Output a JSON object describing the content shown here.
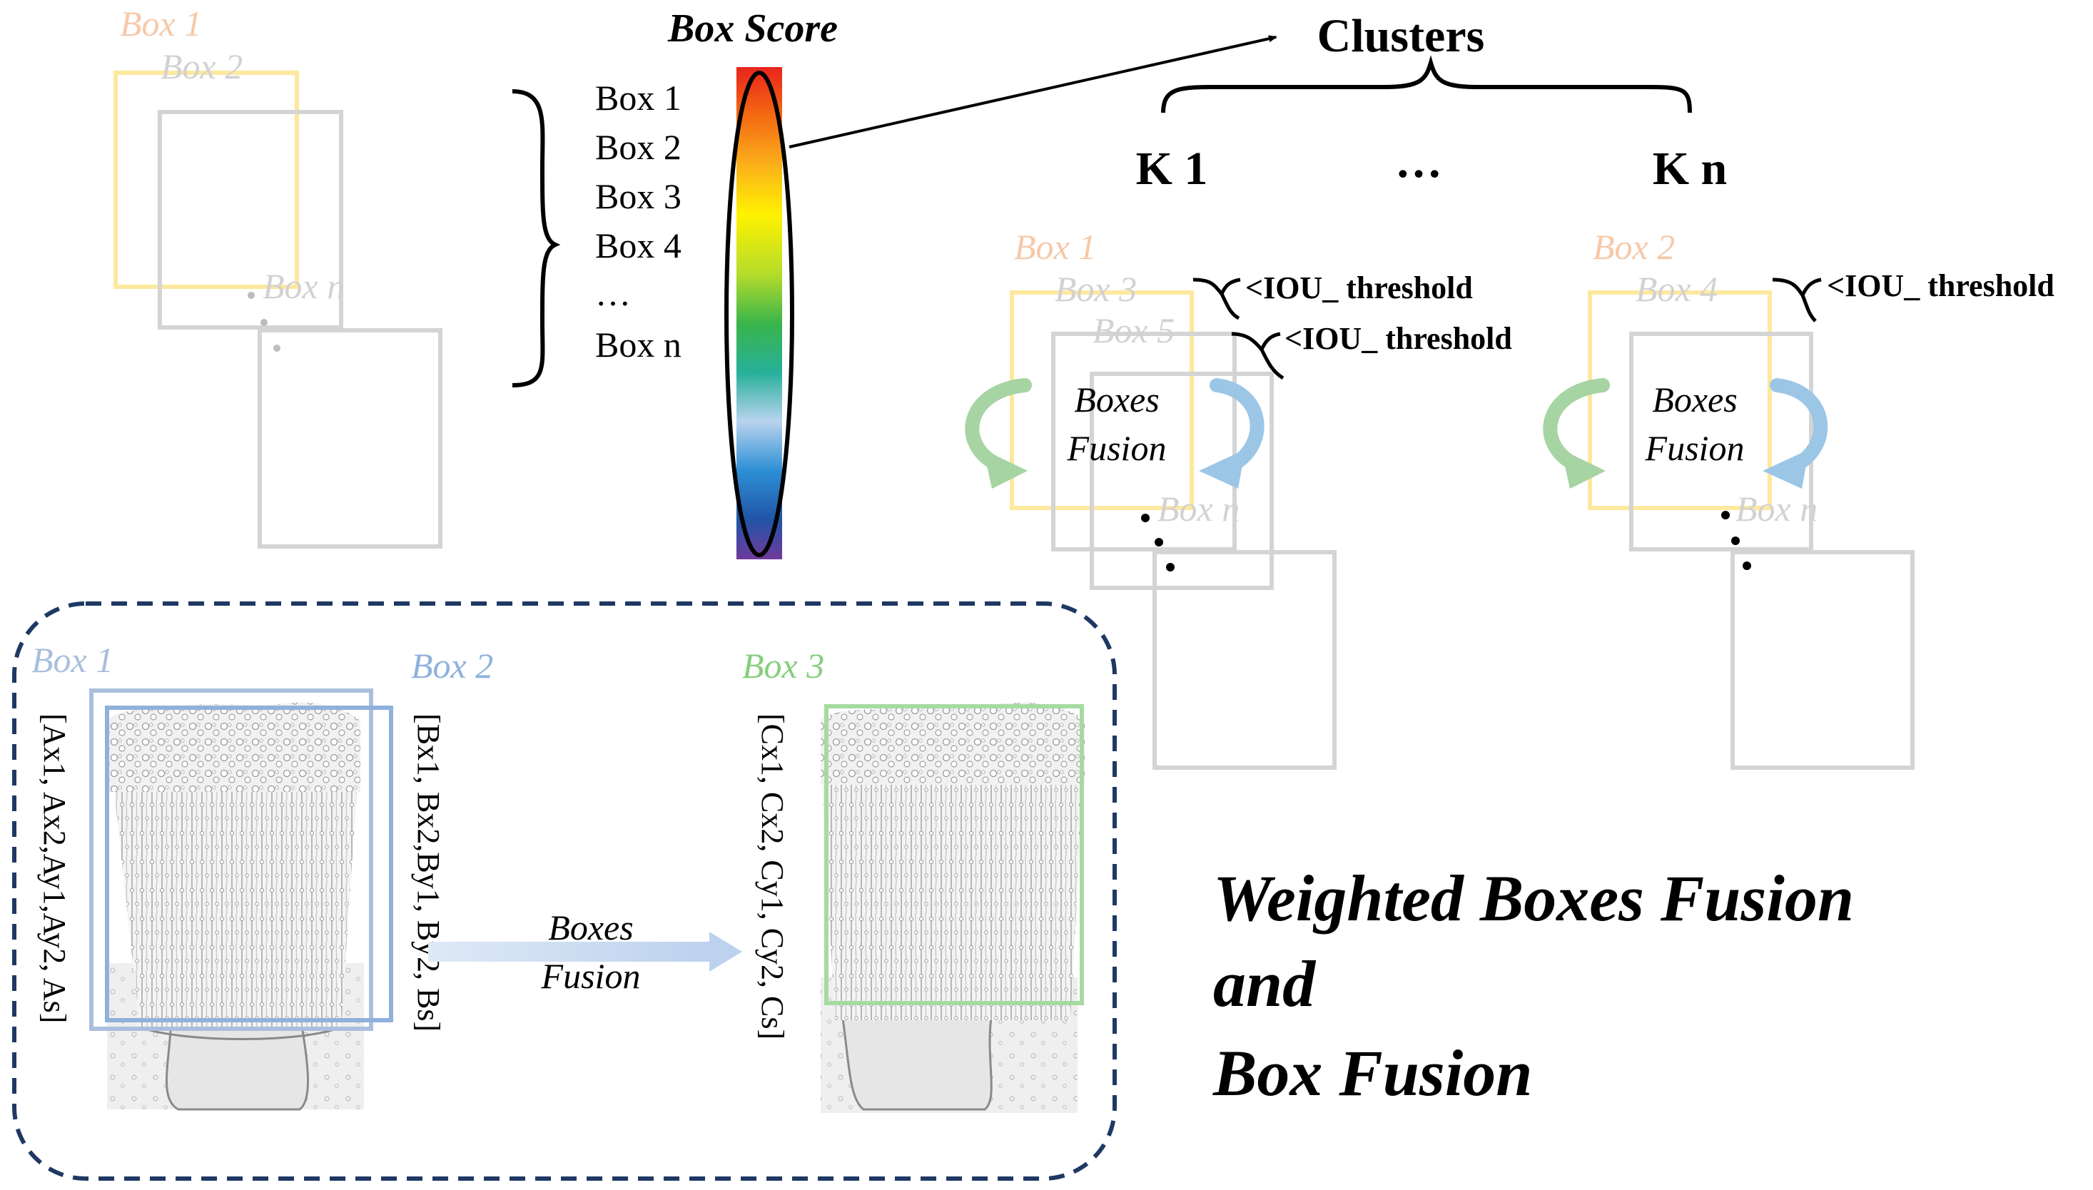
{
  "score_panel": {
    "title": "Box Score",
    "list": [
      "Box 1",
      "Box 2",
      "Box 3",
      "Box 4",
      "…",
      "Box n"
    ],
    "gradient_colors": [
      "#e8241c",
      "#f46a12",
      "#fbb11b",
      "#fff200",
      "#b6dc2a",
      "#3ab54a",
      "#27b09a",
      "#b9d3ee",
      "#2d8fd5",
      "#2154a6",
      "#6f3a9c"
    ]
  },
  "initial_boxes": {
    "labels": [
      "Box 1",
      "Box 2",
      "Box n"
    ],
    "colors": {
      "box1_label": "#f6c9a8",
      "box_yellow": "#fde89e",
      "box_gray": "#d4d4d4",
      "faint_label": "#d2d2d2"
    }
  },
  "clusters": {
    "title": "Clusters",
    "k1": "K 1",
    "ellipsis": "…",
    "kn": "K n",
    "left_group": {
      "labels": [
        "Box 1",
        "Box 3",
        "Box 5",
        "Box n"
      ],
      "thresholds": [
        "<IOU_ threshold",
        "<IOU_ threshold"
      ],
      "fusion_line1": "Boxes",
      "fusion_line2": "Fusion"
    },
    "right_group": {
      "labels": [
        "Box 2",
        "Box 4",
        "Box n"
      ],
      "thresholds": [
        "<IOU_ threshold"
      ],
      "fusion_line1": "Boxes",
      "fusion_line2": "Fusion"
    },
    "arrow_colors": {
      "green": "#a6d4a3",
      "blue": "#9cc6e6"
    }
  },
  "example": {
    "box1": "Box 1",
    "box2": "Box 2",
    "box3": "Box 3",
    "coords_a": "[Ax1, Ax2,Ay1,Ay2, As]",
    "coords_b": "[Bx1, Bx2,By1, By2, Bs]",
    "coords_c": "[Cx1, Cx2, Cy1, Cy2, Cs]",
    "fusion_line1": "Boxes",
    "fusion_line2": "Fusion",
    "colors": {
      "box1": "#a9bfdc",
      "box2": "#8fb1dc",
      "box3": "#a6dba0",
      "frame": "#1f3864"
    }
  },
  "headline": {
    "line1": "Weighted Boxes Fusion",
    "line2": "and",
    "line3": "Box Fusion"
  }
}
